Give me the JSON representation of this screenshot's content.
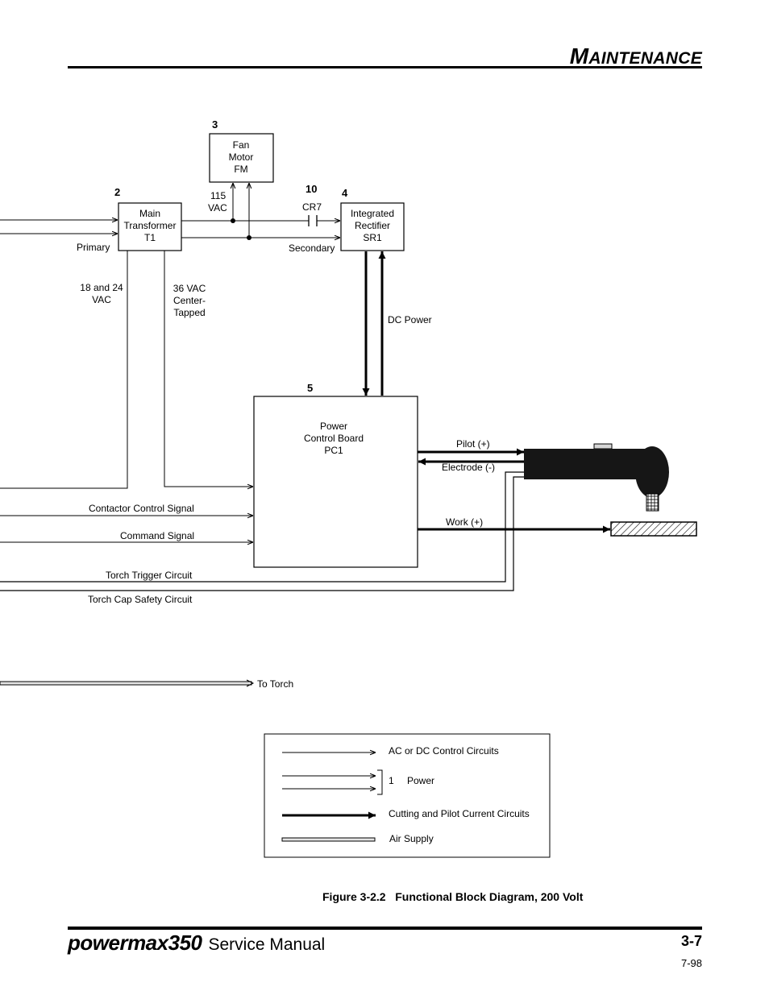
{
  "header": {
    "section_cap": "M",
    "section_rest": "AINTENANCE"
  },
  "diagram": {
    "numbers": {
      "n3": "3",
      "n2": "2",
      "n10": "10",
      "n4": "4",
      "n5": "5"
    },
    "fan": [
      "Fan",
      "Motor",
      "FM"
    ],
    "transformer": [
      "Main",
      "Transformer",
      "T1"
    ],
    "rectifier": [
      "Integrated",
      "Rectifier",
      "SR1"
    ],
    "board": [
      "Power",
      "Control Board",
      "PC1"
    ],
    "labels": {
      "vac115_1": "115",
      "vac115_2": "VAC",
      "cr7": "CR7",
      "primary": "Primary",
      "secondary": "Secondary",
      "vac1824_1": "18 and 24",
      "vac1824_2": "VAC",
      "vac36_1": "36 VAC",
      "vac36_2": "Center-",
      "vac36_3": "Tapped",
      "dc_power": "DC Power",
      "pilot": "Pilot (+)",
      "electrode": "Electrode (-)",
      "work": "Work (+)",
      "contactor": "Contactor Control Signal",
      "command": "Command Signal",
      "trigger": "Torch Trigger Circuit",
      "capsafety": "Torch Cap Safety Circuit",
      "to_torch": "To Torch"
    },
    "legend": {
      "control": "AC or DC Control Circuits",
      "power_num": "1",
      "power": "Power",
      "cutting": "Cutting and Pilot Current Circuits",
      "air": "Air Supply"
    }
  },
  "caption": "Figure 3-2.2   Functional Block Diagram, 200 Volt",
  "footer": {
    "brand": "powermax350",
    "subtitle": "Service Manual",
    "page": "3-7",
    "date": "7-98"
  }
}
